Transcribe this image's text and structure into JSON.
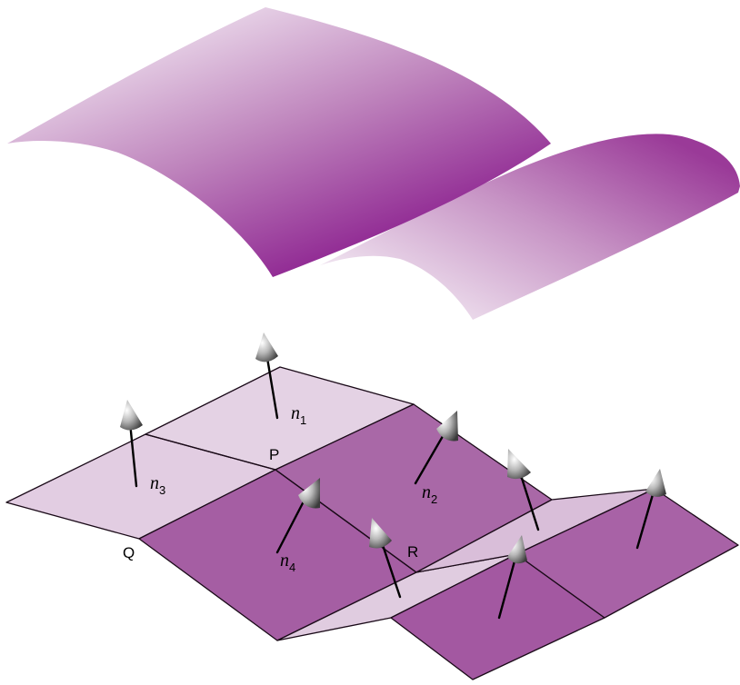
{
  "labels": {
    "n1": {
      "base": "n",
      "sub": "1"
    },
    "n2": {
      "base": "n",
      "sub": "2"
    },
    "n3": {
      "base": "n",
      "sub": "3"
    },
    "n4": {
      "base": "n",
      "sub": "4"
    },
    "P": "P",
    "Q": "Q",
    "R": "R"
  },
  "colors": {
    "surface_light": "#e9d8ea",
    "surface_mid": "#b874b4",
    "surface_dark": "#8a1c86",
    "facet_light": "#e2cde2",
    "facet_dark": "#a55ea3",
    "edge": "#1a0a18",
    "arrow_stem": "#000000"
  },
  "icons": {
    "normal_arrow": "cone-arrow-icon"
  }
}
